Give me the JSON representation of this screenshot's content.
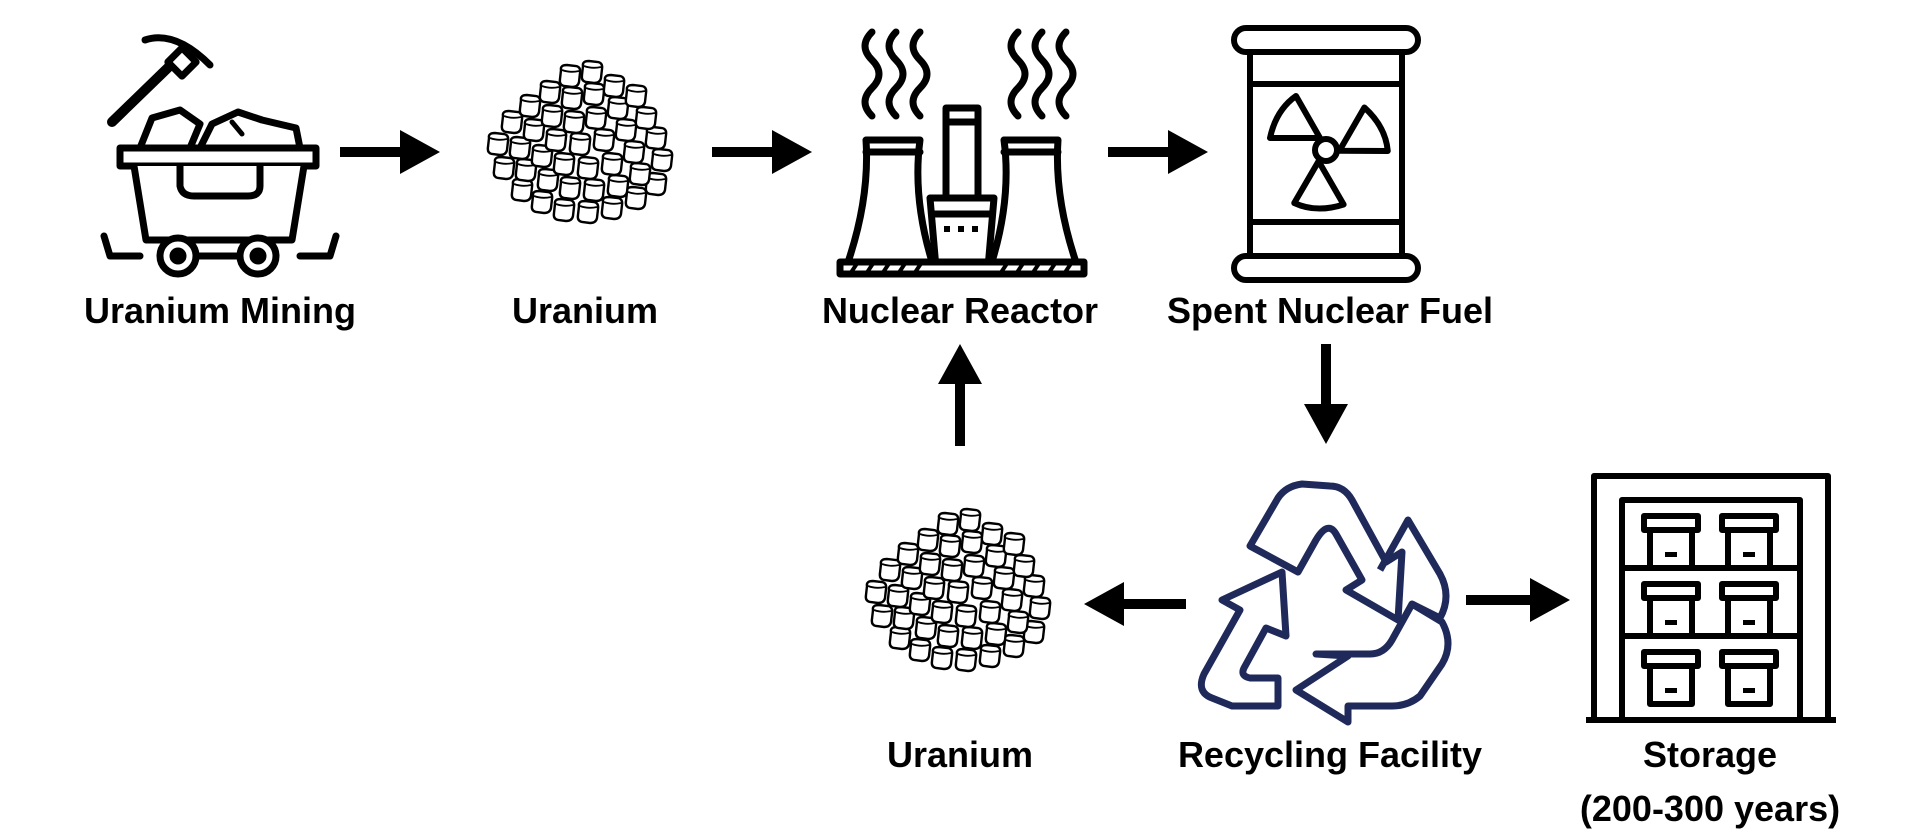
{
  "title": "",
  "colors": {
    "stroke": "#000000",
    "recycle": "#1f2a5a",
    "background": "#ffffff"
  },
  "nodes": {
    "mining": {
      "label": "Uranium Mining",
      "icon": "mine-cart-pickaxe-icon"
    },
    "uranium1": {
      "label": "Uranium",
      "icon": "uranium-pellets-icon"
    },
    "reactor": {
      "label": "Nuclear Reactor",
      "icon": "nuclear-plant-icon"
    },
    "spent": {
      "label": "Spent Nuclear Fuel",
      "icon": "radioactive-barrel-icon"
    },
    "recycling": {
      "label": "Recycling Facility",
      "icon": "recycle-icon"
    },
    "uranium2": {
      "label": "Uranium",
      "icon": "uranium-pellets-icon"
    },
    "storage": {
      "label_line1": "Storage",
      "label_line2": "(200-300 years)",
      "icon": "storage-shelf-icon"
    }
  },
  "edges": [
    {
      "from": "Uranium Mining",
      "to": "Uranium"
    },
    {
      "from": "Uranium",
      "to": "Nuclear Reactor"
    },
    {
      "from": "Nuclear Reactor",
      "to": "Spent Nuclear Fuel"
    },
    {
      "from": "Spent Nuclear Fuel",
      "to": "Recycling Facility"
    },
    {
      "from": "Recycling Facility",
      "to": "Uranium"
    },
    {
      "from": "Recycling Facility",
      "to": "Storage"
    },
    {
      "from": "Uranium",
      "to": "Nuclear Reactor"
    }
  ]
}
